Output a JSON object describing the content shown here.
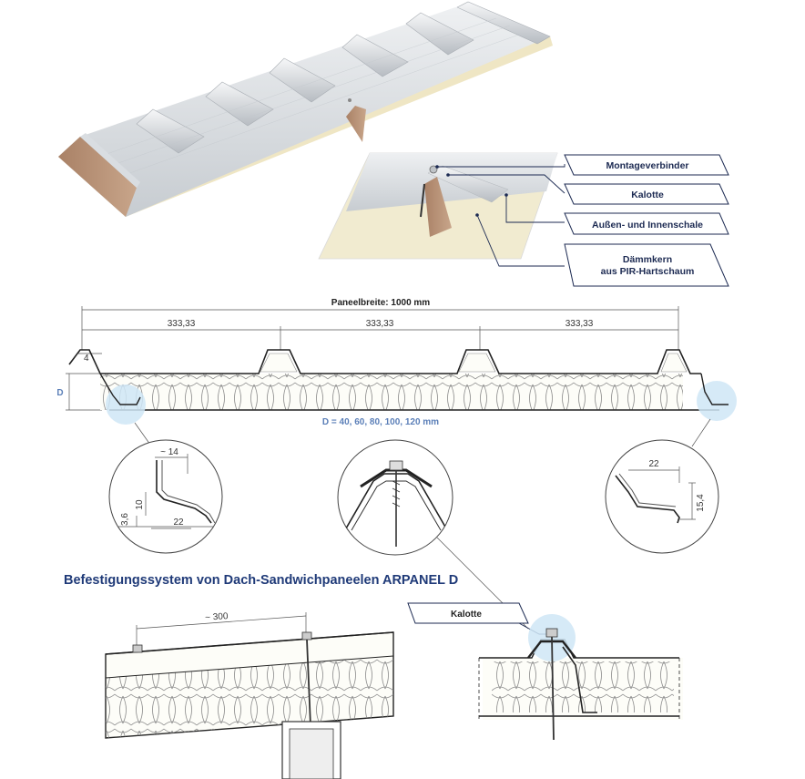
{
  "callouts": {
    "montageverbinder": "Montageverbinder",
    "kalotte": "Kalotte",
    "schale": "Außen- und Innenschale",
    "daemmkern_1": "Dämmkern",
    "daemmkern_2": "aus PIR-Hartschaum"
  },
  "section": {
    "panel_width": "Paneelbreite: 1000 mm",
    "pitch_1": "333,33",
    "pitch_2": "333,33",
    "pitch_3": "333,33",
    "rib_height": "4",
    "thickness_symbol": "D",
    "thickness_values": "D = 40, 60, 80, 100, 120 mm"
  },
  "details": {
    "left_top": "~ 14",
    "left_h1": "10",
    "left_h2": "3,6",
    "left_bottom": "22",
    "right_top": "22",
    "right_h": "15,4"
  },
  "title": "Befestigungssystem von Dach-Sandwichpaneelen ARPANEL D",
  "fastening": {
    "spacing": "~ 300",
    "kalotte": "Kalotte"
  },
  "colors": {
    "callout_border": "#1c2a52",
    "title": "#1f3a78",
    "highlight": "#cfe6f6",
    "core": "#f3ecd0",
    "metal": "#d4d8dc"
  }
}
